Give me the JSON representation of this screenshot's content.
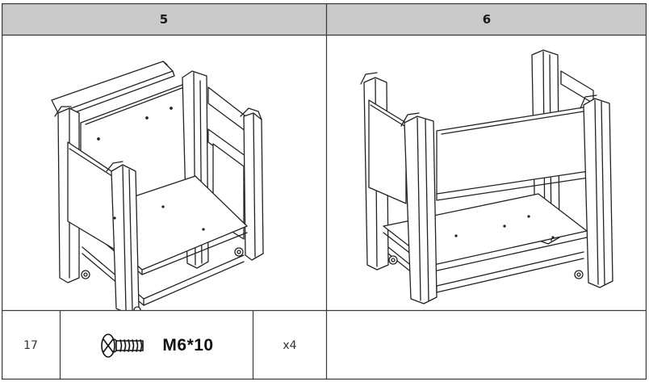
{
  "steps": [
    {
      "number": "5"
    },
    {
      "number": "6"
    }
  ],
  "parts": [
    {
      "index": "17",
      "part_name": "M6*10",
      "quantity": "x4",
      "icon": "screw-icon"
    }
  ],
  "colors": {
    "header_bg": "#c9c9c9",
    "border": "#3a3a3a",
    "line_art": "#222222"
  }
}
